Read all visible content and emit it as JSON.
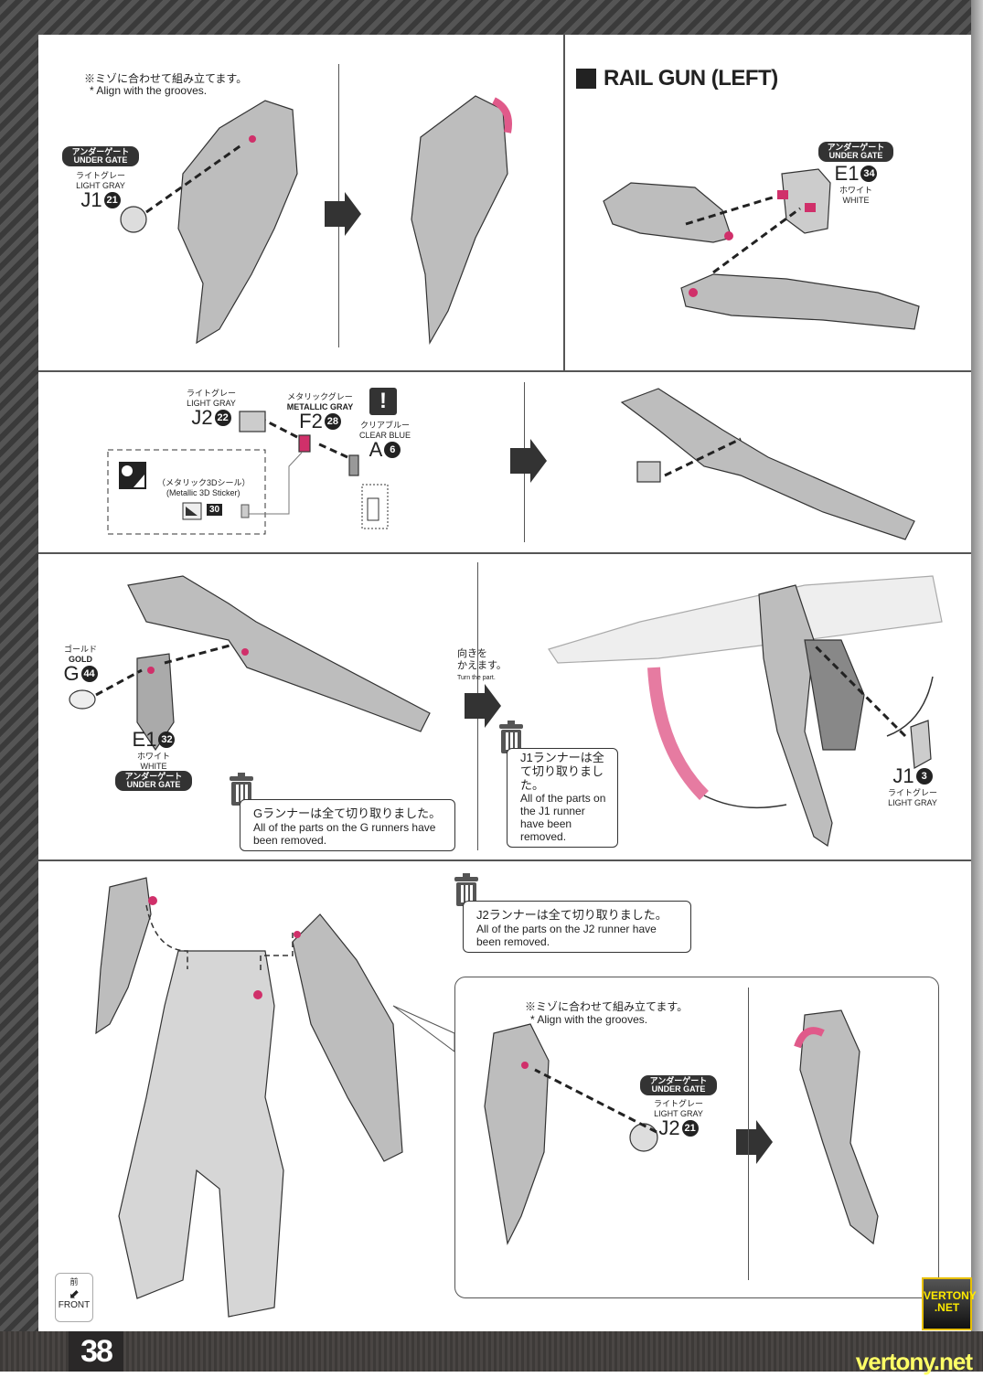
{
  "page_number": "38",
  "site_footer": "vertony.net",
  "site_logo": "VERTONY .NET",
  "step1": {
    "note_jp": "※ミゾに合わせて組み立てます。",
    "note_en": "* Align with the grooves.",
    "gate_jp": "アンダーゲート",
    "gate_en": "UNDER GATE",
    "color_jp": "ライトグレー",
    "color_en": "LIGHT GRAY",
    "part_runner": "J1",
    "part_number": "21"
  },
  "rail_gun": {
    "title": "RAIL GUN (LEFT)",
    "gate_jp": "アンダーゲート",
    "gate_en": "UNDER GATE",
    "part_runner": "E1",
    "part_number": "34",
    "color_jp": "ホワイト",
    "color_en": "WHITE"
  },
  "step2": {
    "j2": {
      "color_jp": "ライトグレー",
      "color_en": "LIGHT GRAY",
      "runner": "J2",
      "number": "22"
    },
    "f2": {
      "color_jp": "メタリックグレー",
      "color_en": "METALLIC GRAY",
      "runner": "F2",
      "number": "28"
    },
    "a": {
      "color_jp": "クリアブルー",
      "color_en": "CLEAR BLUE",
      "runner": "A",
      "number": "6"
    },
    "warning_icon": "!",
    "sticker_jp": "（メタリック3Dシール）",
    "sticker_en": "(Metallic 3D Sticker)",
    "sticker_number": "30"
  },
  "step3": {
    "g": {
      "color_jp": "ゴールド",
      "color_en": "GOLD",
      "runner": "G",
      "number": "44"
    },
    "e1": {
      "runner": "E1",
      "number": "32",
      "color_jp": "ホワイト",
      "color_en": "WHITE",
      "gate_jp": "アンダーゲート",
      "gate_en": "UNDER GATE"
    },
    "g_runner_note_jp": "Gランナーは全て切り取りました。",
    "g_runner_note_en": "All of the parts on the G runners have been removed.",
    "turn_jp_1": "向きを",
    "turn_jp_2": "かえます。",
    "turn_en": "Turn the part.",
    "j1_note_jp": "J1ランナーは全て切り取りました。",
    "j1_note_en": "All of the parts on the J1 runner have been removed.",
    "j1": {
      "runner": "J1",
      "number": "3",
      "color_jp": "ライトグレー",
      "color_en": "LIGHT GRAY"
    }
  },
  "step4": {
    "j2_note_jp": "J2ランナーは全て切り取りました。",
    "j2_note_en": "All of the parts on the J2 runner have been removed.",
    "note_jp": "※ミゾに合わせて組み立てます。",
    "note_en": "* Align with the grooves.",
    "gate_jp": "アンダーゲート",
    "gate_en": "UNDER GATE",
    "color_jp": "ライトグレー",
    "color_en": "LIGHT GRAY",
    "runner": "J2",
    "number": "21",
    "front_jp": "前",
    "front_en": "FRONT"
  },
  "colors": {
    "accent_pink": "#e0306a",
    "part_gray": "#b8b8b8",
    "frame_dark": "#3d3a38",
    "logo_yellow": "#ffea00"
  }
}
